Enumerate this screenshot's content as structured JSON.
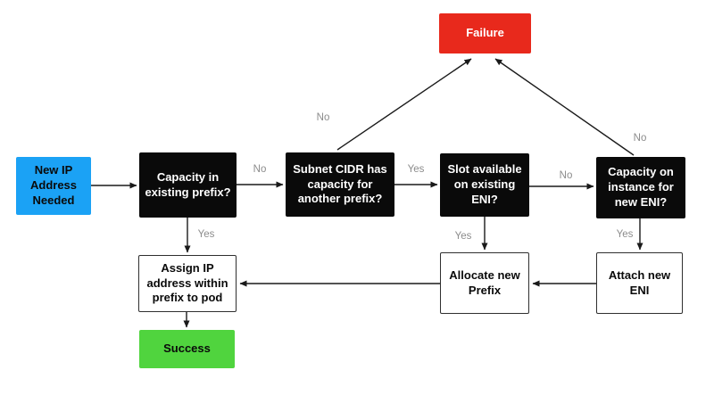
{
  "diagram": {
    "type": "flowchart",
    "nodes": {
      "start": {
        "label": "New IP\nAddress\nNeeded",
        "kind": "start"
      },
      "capacity_prefix": {
        "label": "Capacity in\nexisting prefix?",
        "kind": "decision"
      },
      "subnet_cidr": {
        "label": "Subnet CIDR has\ncapacity for\nanother prefix?",
        "kind": "decision"
      },
      "slot_eni": {
        "label": "Slot available\non existing\nENI?",
        "kind": "decision"
      },
      "capacity_instance": {
        "label": "Capacity on\ninstance for\nnew ENI?",
        "kind": "decision"
      },
      "failure": {
        "label": "Failure",
        "kind": "failure"
      },
      "assign_ip": {
        "label": "Assign IP\naddress within\nprefix to pod",
        "kind": "process"
      },
      "allocate_prefix": {
        "label": "Allocate new\nPrefix",
        "kind": "process"
      },
      "attach_eni": {
        "label": "Attach new\nENI",
        "kind": "process"
      },
      "success": {
        "label": "Success",
        "kind": "success"
      }
    },
    "edge_labels": {
      "capacity_prefix_no": "No",
      "capacity_prefix_yes": "Yes",
      "subnet_cidr_yes": "Yes",
      "subnet_cidr_no": "No",
      "slot_eni_no": "No",
      "slot_eni_yes": "Yes",
      "capacity_instance_no": "No",
      "capacity_instance_yes": "Yes"
    },
    "edges": [
      {
        "from": "start",
        "to": "capacity_prefix",
        "label": ""
      },
      {
        "from": "capacity_prefix",
        "to": "subnet_cidr",
        "label": "No"
      },
      {
        "from": "capacity_prefix",
        "to": "assign_ip",
        "label": "Yes"
      },
      {
        "from": "subnet_cidr",
        "to": "slot_eni",
        "label": "Yes"
      },
      {
        "from": "subnet_cidr",
        "to": "failure",
        "label": "No"
      },
      {
        "from": "slot_eni",
        "to": "capacity_instance",
        "label": "No"
      },
      {
        "from": "slot_eni",
        "to": "allocate_prefix",
        "label": "Yes"
      },
      {
        "from": "capacity_instance",
        "to": "failure",
        "label": "No"
      },
      {
        "from": "capacity_instance",
        "to": "attach_eni",
        "label": "Yes"
      },
      {
        "from": "attach_eni",
        "to": "allocate_prefix",
        "label": ""
      },
      {
        "from": "allocate_prefix",
        "to": "assign_ip",
        "label": ""
      },
      {
        "from": "assign_ip",
        "to": "success",
        "label": ""
      }
    ],
    "colors": {
      "start_blue": "#1ba2f5",
      "failure_red": "#e8291c",
      "success_green": "#50d43e",
      "decision_black": "#0a0a0a",
      "process_white": "#ffffff",
      "edge_label_gray": "#8c8c8c",
      "arrow_stroke": "#1a1a1a"
    }
  }
}
